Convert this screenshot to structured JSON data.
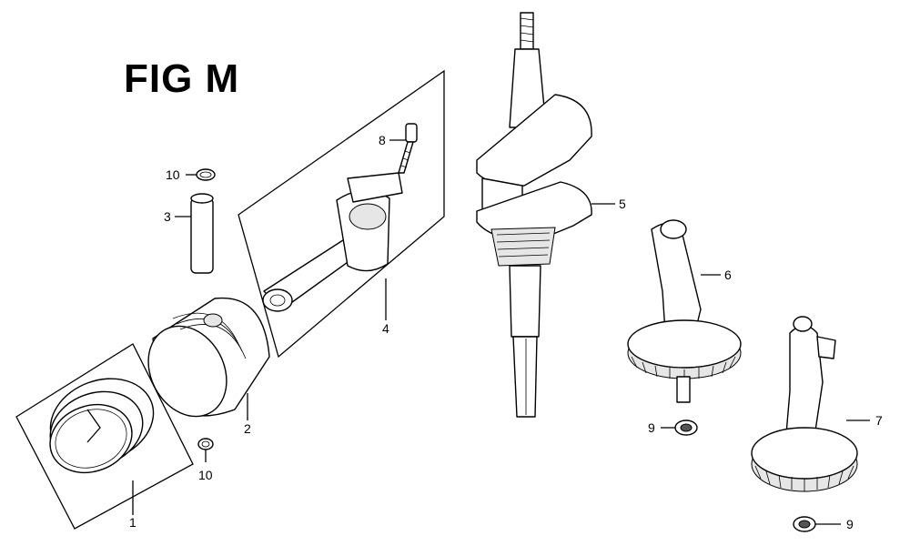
{
  "figure": {
    "title": "FIG M"
  },
  "callouts": [
    {
      "id": "1",
      "label": "1"
    },
    {
      "id": "2",
      "label": "2"
    },
    {
      "id": "3",
      "label": "3"
    },
    {
      "id": "4",
      "label": "4"
    },
    {
      "id": "5",
      "label": "5"
    },
    {
      "id": "6",
      "label": "6"
    },
    {
      "id": "7",
      "label": "7"
    },
    {
      "id": "8",
      "label": "8"
    },
    {
      "id": "9a",
      "label": "9"
    },
    {
      "id": "9b",
      "label": "9"
    },
    {
      "id": "10a",
      "label": "10"
    },
    {
      "id": "10b",
      "label": "10"
    }
  ]
}
